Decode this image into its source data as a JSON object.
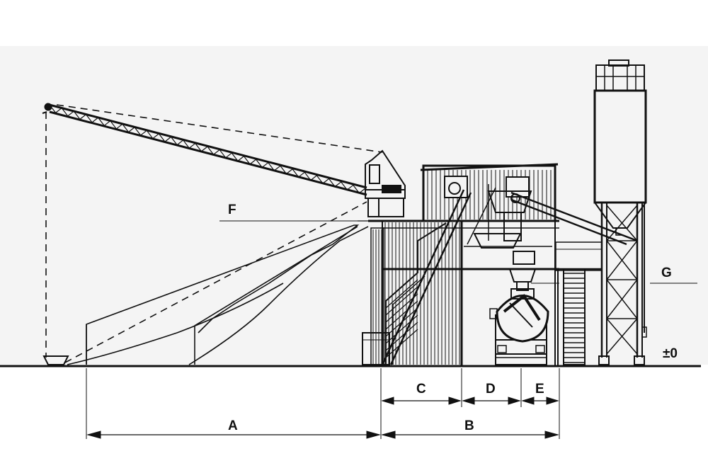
{
  "labels": {
    "A": "A",
    "B": "B",
    "C": "C",
    "D": "D",
    "E": "E",
    "F": "F",
    "G": "G",
    "zero": "±0"
  },
  "colors": {
    "background": "#ffffff",
    "panel": "#f4f4f4",
    "line": "#111111"
  }
}
